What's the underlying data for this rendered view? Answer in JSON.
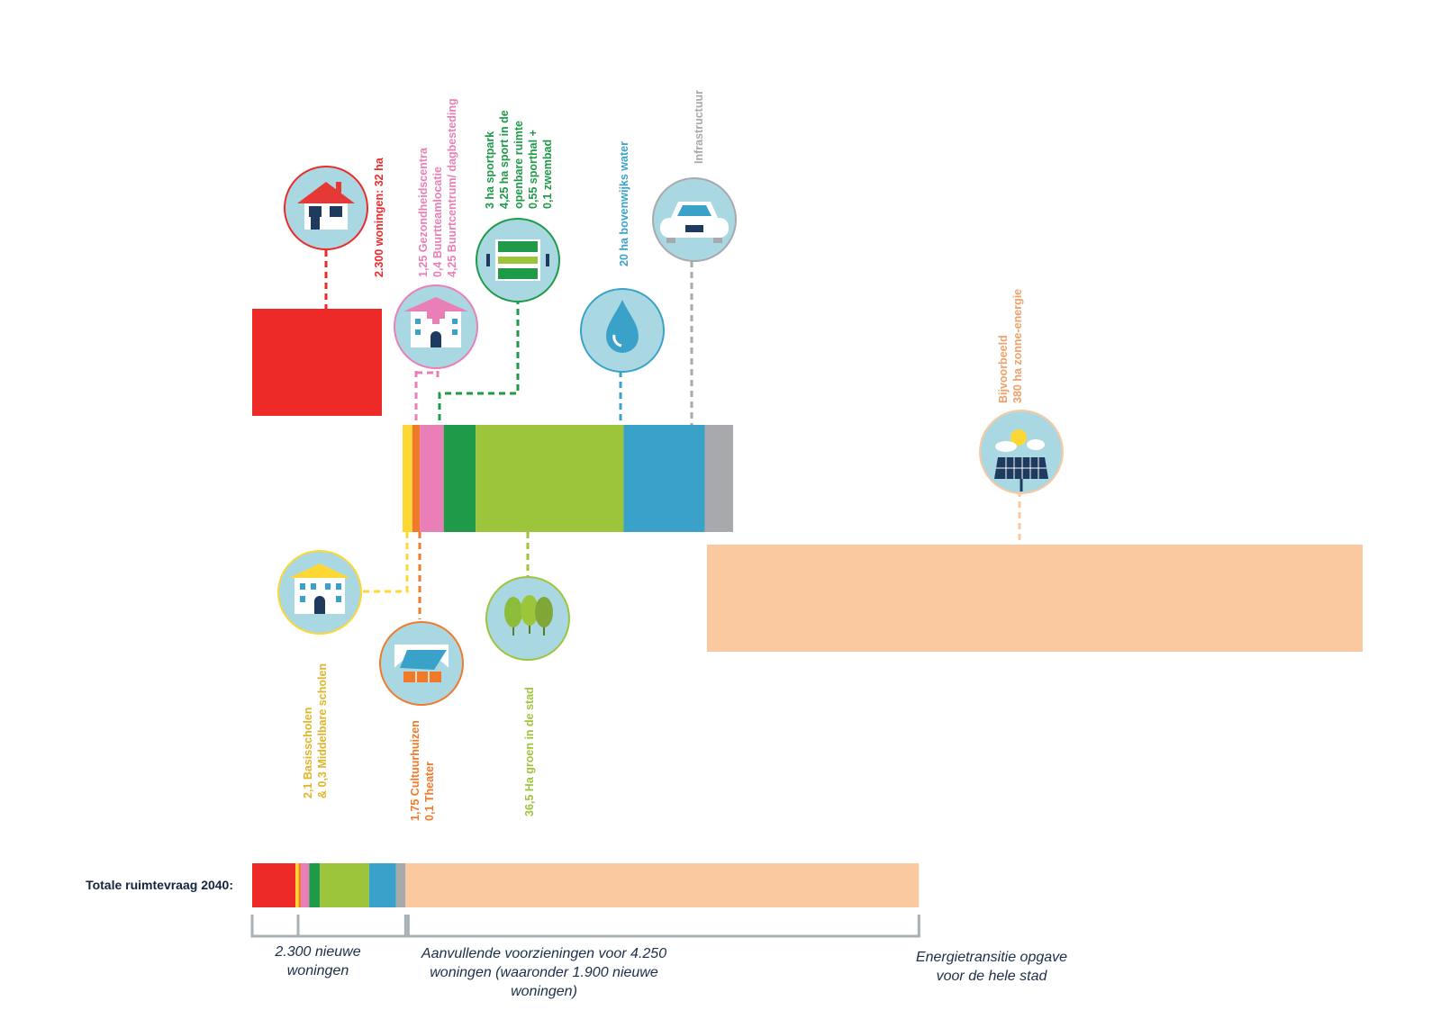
{
  "colors": {
    "woningen": "#ee2a29",
    "scholen": "#fdd835",
    "cultuur": "#f07a2a",
    "zorg": "#e97fb6",
    "sport": "#1f9a48",
    "groen": "#9dc53b",
    "water": "#3aa2c9",
    "infra": "#a7a9ac",
    "energie": "#fbc9a0",
    "icon_bg": "#a9d8e2",
    "caption": "#1b2f4a",
    "bracket": "#a7b1b6"
  },
  "total_label": "Totale ruimtevraag 2040:",
  "captions": {
    "woningen": [
      "2.300 nieuwe",
      "woningen"
    ],
    "voorzieningen": [
      "Aanvullende voorzieningen voor 4.250",
      "woningen (waaronder 1.900 nieuwe",
      "woningen)"
    ],
    "energie": [
      "Energietransitie opgave",
      "voor de hele stad"
    ]
  },
  "labels": {
    "woningen": [
      "2.300 woningen: 32 ha"
    ],
    "zorg": [
      "1,25 Gezondheidscentra",
      "0,4 Buurtteamlocatie",
      "4,25 Buurtcentrum/ dagbesteding"
    ],
    "sport": [
      "3 ha sportpark",
      "4,25 ha sport in de",
      "openbare ruimte",
      "0,55 sporthal +",
      "0,1 zwembad"
    ],
    "water": [
      "20 ha bovenwijks water"
    ],
    "infra": [
      "Infrastructuur"
    ],
    "energie": [
      "Bijvoorbeeld",
      "380 ha zonne-energie"
    ],
    "scholen": [
      "2,1 Basisscholen",
      "& 0,3 Middelbare scholen"
    ],
    "cultuur": [
      "1,75 Cultuurhuizen",
      "0,1 Theater"
    ],
    "groen": [
      "36,5 Ha groen in de stad"
    ]
  },
  "icons": {
    "woningen": "house-icon",
    "zorg": "healthcare-center-icon",
    "sport": "sports-field-icon",
    "water": "water-drop-icon",
    "infra": "car-icon",
    "energie": "solar-panel-icon",
    "scholen": "school-building-icon",
    "cultuur": "theater-stage-icon",
    "groen": "trees-icon"
  },
  "chart_data": {
    "type": "bar",
    "unit": "ha",
    "series": [
      {
        "key": "woningen",
        "value": 32
      },
      {
        "key": "scholen",
        "value": 2.4
      },
      {
        "key": "cultuur",
        "value": 1.85
      },
      {
        "key": "zorg",
        "value": 5.9
      },
      {
        "key": "sport",
        "value": 7.9
      },
      {
        "key": "groen",
        "value": 36.5
      },
      {
        "key": "water",
        "value": 20
      },
      {
        "key": "infra",
        "value": 7
      },
      {
        "key": "energie",
        "value": 380
      }
    ]
  }
}
